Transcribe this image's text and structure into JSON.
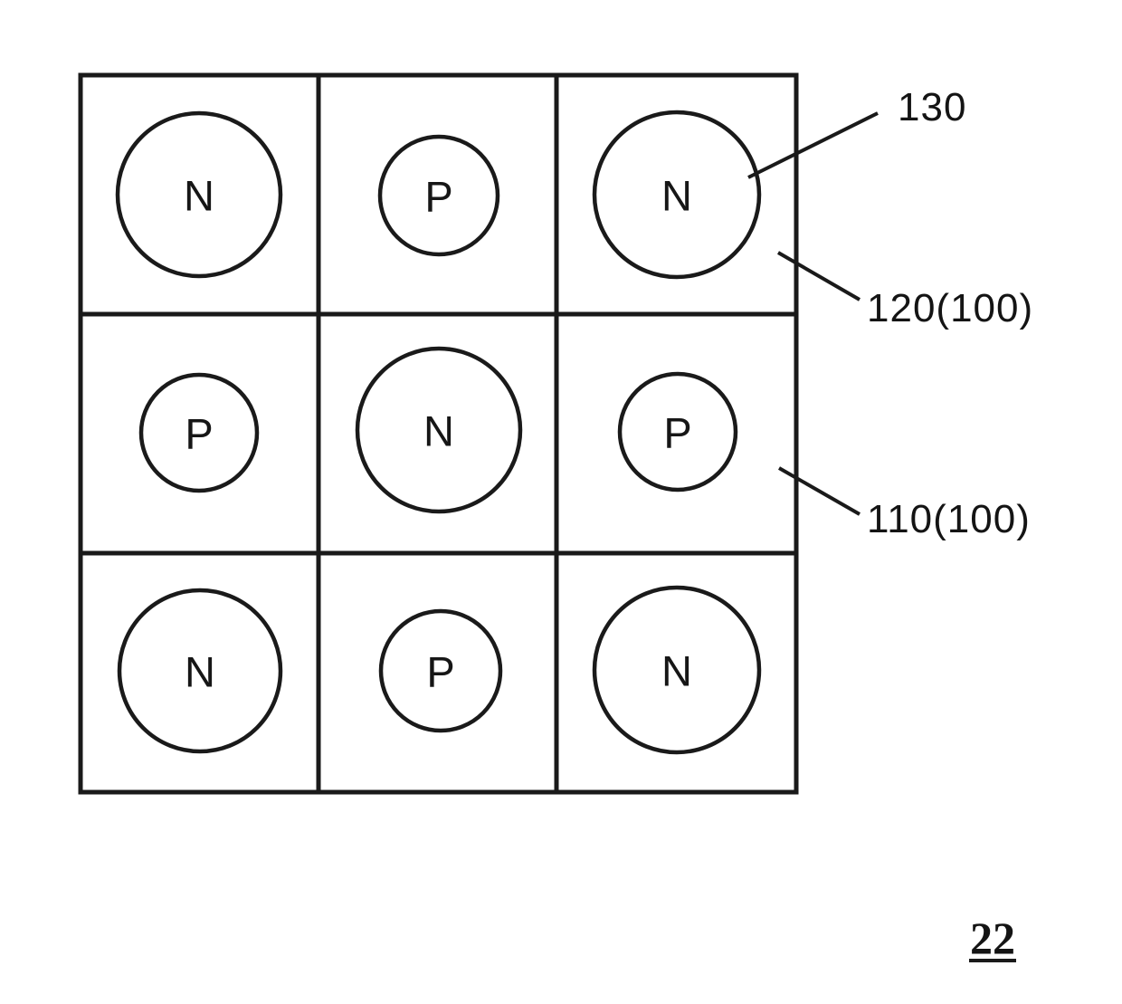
{
  "figure": {
    "kind": "semiconductor-region-grid-diagram",
    "grid": {
      "rows": 3,
      "cols": 3,
      "cells": [
        {
          "position": "row1-col1",
          "dopant": "N",
          "circle_size": "large"
        },
        {
          "position": "row1-col2",
          "dopant": "P",
          "circle_size": "small"
        },
        {
          "position": "row1-col3",
          "dopant": "N",
          "circle_size": "large"
        },
        {
          "position": "row2-col1",
          "dopant": "P",
          "circle_size": "small"
        },
        {
          "position": "row2-col2",
          "dopant": "N",
          "circle_size": "large"
        },
        {
          "position": "row2-col3",
          "dopant": "P",
          "circle_size": "small"
        },
        {
          "position": "row3-col1",
          "dopant": "N",
          "circle_size": "large"
        },
        {
          "position": "row3-col2",
          "dopant": "P",
          "circle_size": "small"
        },
        {
          "position": "row3-col3",
          "dopant": "N",
          "circle_size": "large"
        }
      ]
    },
    "annotations": [
      {
        "label": "130"
      },
      {
        "label": "120(100)"
      },
      {
        "label": "110(100)"
      }
    ],
    "figure_number": "22"
  },
  "colors": {
    "ink": "#1a1a1a",
    "background": "#ffffff"
  }
}
